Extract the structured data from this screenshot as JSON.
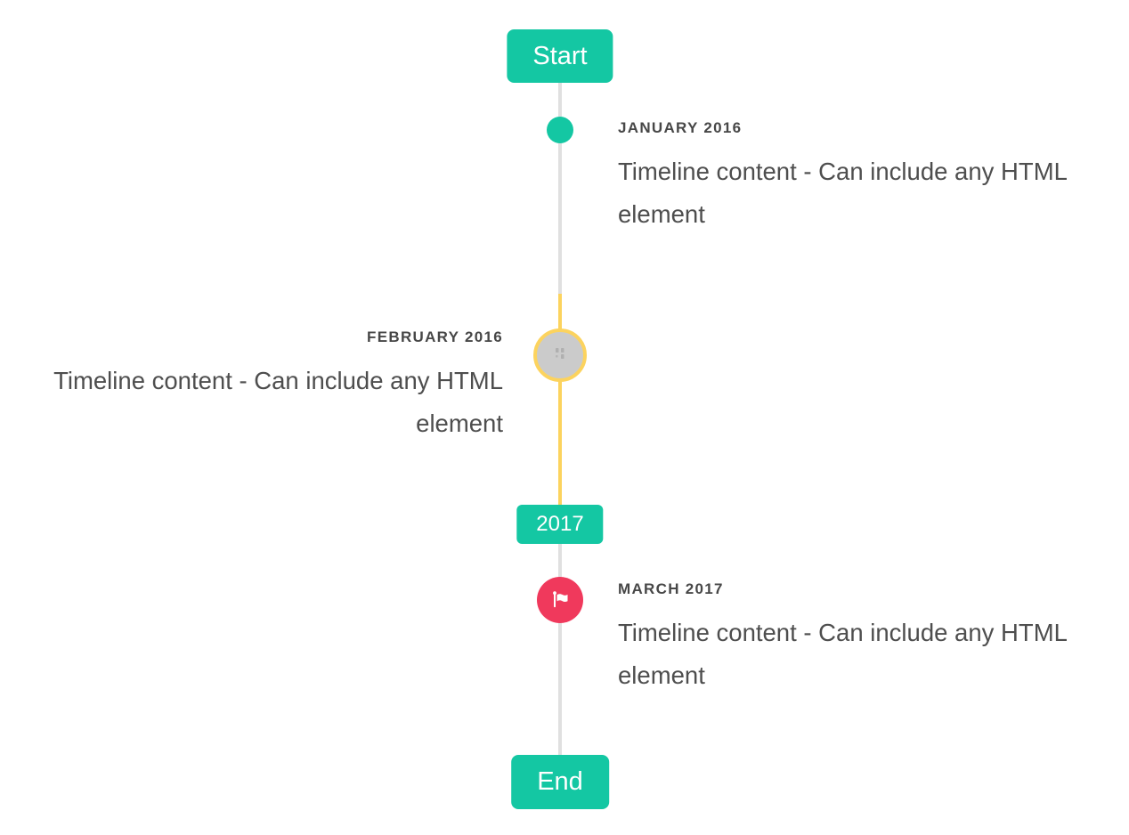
{
  "page": {
    "background": "#ffffff"
  },
  "colors": {
    "accent_teal": "#14c7a3",
    "highlight_yellow": "#fcd35e",
    "flag_red": "#f0395c",
    "line_gray": "#e0e0e0",
    "marker_gray": "#cbcbcb",
    "title_text": "#474747",
    "body_text": "#4e4e4e"
  },
  "timeline": {
    "start_badge": "Start",
    "year_badge": "2017",
    "end_badge": "End",
    "events": [
      {
        "title": "JANUARY 2016",
        "content": "Timeline content - Can include any HTML element",
        "side": "right",
        "marker": "teal-dot"
      },
      {
        "title": "FEBRUARY 2016",
        "content": "Timeline content - Can include any HTML element",
        "side": "left",
        "marker": "gray-image-circle-yellow-ring"
      },
      {
        "title": "MARCH 2017",
        "content": "Timeline content - Can include any HTML element",
        "side": "right",
        "marker": "red-flag-circle"
      }
    ]
  }
}
